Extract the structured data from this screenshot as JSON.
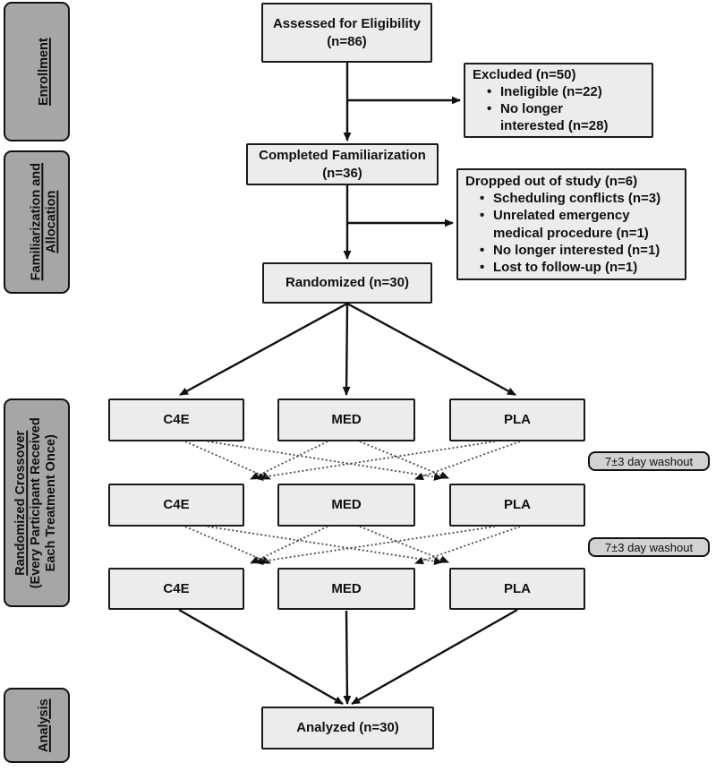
{
  "figure_type": "consort-crossover-flow-diagram",
  "colors": {
    "background": "#ffffff",
    "stage_fill": "#a6a6a6",
    "box_fill": "#ececec",
    "badge_fill": "#d2d2d2",
    "border": "#1a1a1a",
    "dotted_line": "#4a4a4a"
  },
  "sidebar": {
    "items": [
      {
        "title": "Enrollment",
        "subtitle": ""
      },
      {
        "title": "Familiarization and\nAllocation",
        "subtitle": ""
      },
      {
        "title": "Randomized Crossover",
        "subtitle": "(Every Participant Received\nEach Treatment Once)"
      },
      {
        "title": "Analysis",
        "subtitle": ""
      }
    ]
  },
  "flow": {
    "assessed": "Assessed for Eligibility\n(n=86)",
    "excluded": {
      "title": "Excluded (n=50)",
      "items": [
        "Ineligible (n=22)",
        "No longer\ninterested (n=28)"
      ]
    },
    "completed": "Completed Familiarization\n(n=36)",
    "dropped": {
      "title": "Dropped out of study (n=6)",
      "items": [
        "Scheduling conflicts (n=3)",
        "Unrelated emergency\nmedical procedure (n=1)",
        "No longer interested (n=1)",
        "Lost to follow-up (n=1)"
      ]
    },
    "randomized": "Randomized (n=30)",
    "treatments": [
      "C4E",
      "MED",
      "PLA"
    ],
    "washout": "7±3 day washout",
    "analyzed": "Analyzed (n=30)"
  },
  "glyphs": {
    "bullet": "•"
  }
}
